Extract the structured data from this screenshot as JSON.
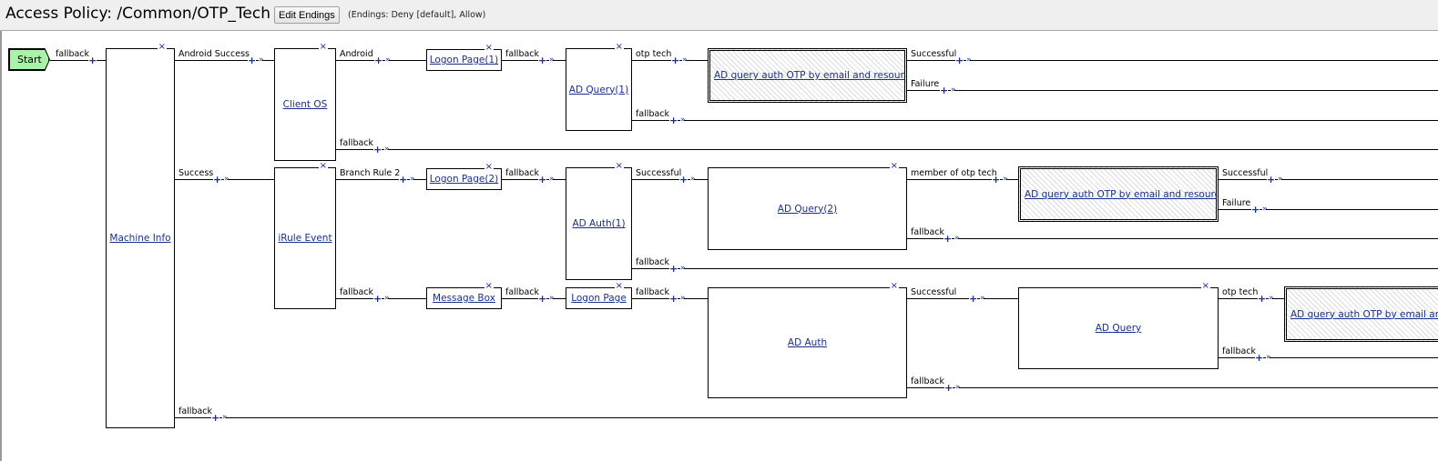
{
  "header": {
    "title": "Access Policy: /Common/OTP_Tech",
    "edit_endings_label": "Edit Endings",
    "endings_text": "(Endings: Deny [default], Allow)"
  },
  "colors": {
    "start_fill": "#a8f3a8",
    "link": "#1a2f8c",
    "header_bg": "#efefef"
  },
  "icons": {
    "delete": "×",
    "add": "+",
    "goto": "»"
  },
  "start": {
    "label": "Start"
  },
  "nodes": {
    "machine_info": "Machine Info",
    "client_os": "Client OS",
    "irule_event": "iRule Event",
    "logon_page_1": "Logon Page(1)",
    "logon_page_2": "Logon Page(2)",
    "message_box": "Message Box",
    "ad_query_1": "AD Query(1)",
    "ad_auth_1": "AD Auth(1)",
    "logon_page": "Logon Page",
    "macro_1": "AD query auth OTP by email and resources",
    "ad_query_2": "AD Query(2)",
    "ad_auth": "AD Auth",
    "macro_2": "AD query auth OTP by email and resources",
    "ad_query": "AD Query",
    "macro_3": "AD query auth OTP by email and resources"
  },
  "branches": {
    "start_fallback": "fallback",
    "mi_android_success": "Android Success",
    "mi_success": "Success",
    "mi_fallback": "fallback",
    "cos_android": "Android",
    "cos_fallback": "fallback",
    "lp1_fallback": "fallback",
    "adq1_otp_tech": "otp tech",
    "adq1_fallback": "fallback",
    "m1_successful": "Successful",
    "m1_failure": "Failure",
    "ire_branch_rule_2": "Branch Rule 2",
    "ire_fallback": "fallback",
    "lp2_fallback": "fallback",
    "ada1_successful": "Successful",
    "ada1_fallback": "fallback",
    "adq2_member": "member of otp tech",
    "adq2_fallback": "fallback",
    "m2_successful": "Successful",
    "m2_failure": "Failure",
    "mb_fallback": "fallback",
    "lp_fallback": "fallback",
    "ada_successful": "Successful",
    "ada_fallback": "fallback",
    "adq_otp_tech": "otp tech",
    "adq_fallback": "fallback"
  }
}
